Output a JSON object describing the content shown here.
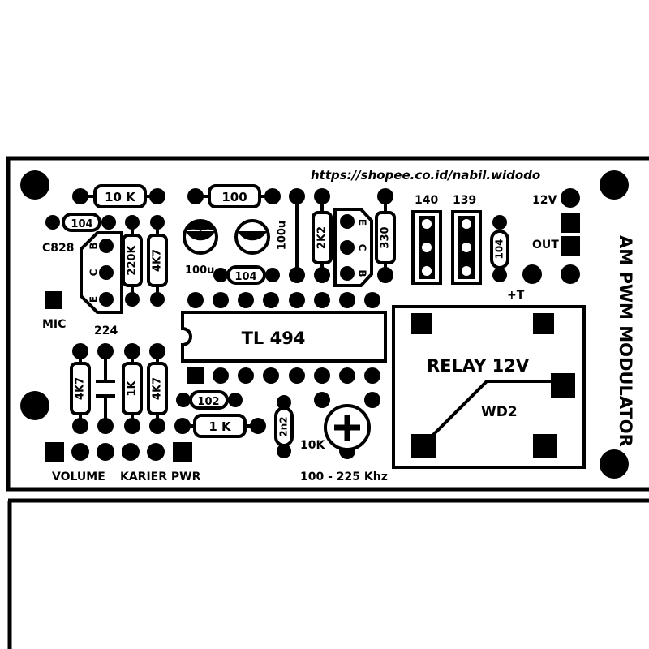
{
  "url": "https://shopee.co.id/nabil.widodo",
  "title": "AM PWM MODULATOR",
  "ic": "TL 494",
  "relay": {
    "label": "RELAY 12V",
    "model": "WD2"
  },
  "labels": {
    "r_10k": "10 K",
    "r_100": "100",
    "c_104_a": "104",
    "c_104_b": "104",
    "c_104_c": "104",
    "c828": "C828",
    "b_pin_1": "B",
    "c_pin_1": "C",
    "e_pin_1": "E",
    "r_220k": "220K",
    "r_4k7_a": "4K7",
    "e100u_a": "100u",
    "e100u_b": "100u",
    "r_2k2": "2K2",
    "e_pin_2": "E",
    "c_pin_2": "C",
    "b_pin_2": "B",
    "r_330": "330",
    "l_140": "140",
    "l_139": "139",
    "v12": "12V",
    "out": "OUT",
    "plus_t": "+T",
    "mic": "MIC",
    "c224": "224",
    "r_4k7_b": "4K7",
    "r_1k_a": "1K",
    "r_4k7_c": "4K7",
    "c102": "102",
    "r_1k_b": "1 K",
    "c_2n2": "2n2",
    "pot_10k": "10K",
    "freq": "100 - 225 Khz",
    "volume": "VOLUME",
    "karier": "KARIER PWR"
  }
}
